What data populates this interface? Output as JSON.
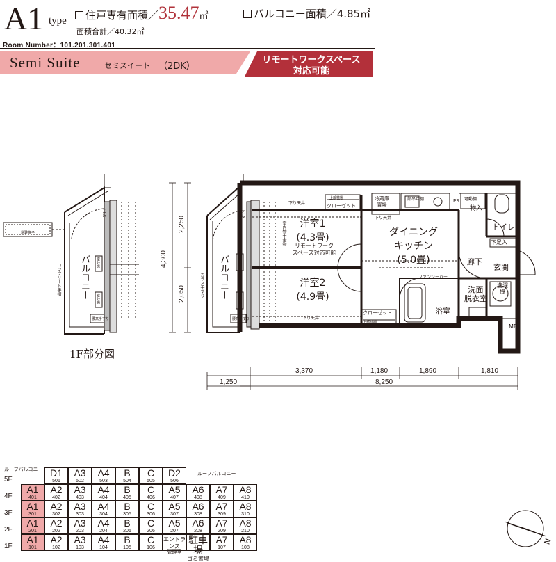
{
  "header": {
    "type_name": "A1",
    "type_suffix": "type",
    "exclusive_label": "住戸専有面積／",
    "exclusive_value": "35.47",
    "exclusive_unit": "㎡",
    "balcony_label": "バルコニー面積／",
    "balcony_value": "4.85㎡",
    "total_line": "面積合計／40.32㎡",
    "room_numbers": "Room Number：101.201.301.401",
    "suite_name": "Semi Suite",
    "suite_kana": "セミスイート",
    "layout": "（2DK）",
    "remote_line1": "リモートワークスペース",
    "remote_line2": "対応可能"
  },
  "colors": {
    "accent_red": "#b3303a",
    "accent_pink": "#f0a9a9",
    "ink": "#231815"
  },
  "plan": {
    "partial_caption": "1F部分図",
    "balcony": "バルコニー",
    "rooms": {
      "western1": "洋室1",
      "western1_size": "(4.3畳)",
      "western1_note1": "リモートワーク",
      "western1_note2": "スペース対応可能",
      "western2": "洋室2",
      "western2_size": "(4.9畳)",
      "dk1": "ダイニング",
      "dk2": "キッチン",
      "dk_size": "(5.0畳)",
      "hall": "廊下",
      "entrance": "玄関",
      "toilet": "トイレ",
      "bath": "浴室",
      "wash1": "洗面",
      "wash2": "脱衣室",
      "closet": "クローゼット",
      "fridge1": "冷蔵庫",
      "fridge2": "置場",
      "shoebox": "下足入",
      "washer1": "洗濯",
      "washer2": "機",
      "storage": "物入",
      "mb": "MB",
      "ps": "PS",
      "fancybar": "ファンシーバー",
      "outdoor": "室外機",
      "underceiling": "下り天井",
      "upper_shelf": "上部吊戸棚",
      "upper_shelf2": "上部吊戸棚",
      "movable_shelf": "可動棚",
      "upper_hanging": "上部吊戸棚",
      "upper_shelf_bottom": "上部枕棚",
      "upper_shelf_top": "上部枕棚",
      "fix": "F.I.X",
      "railing": "腰高手すり",
      "hangpole": "室内物干金物",
      "glass": "ガラス手すり",
      "concrete": "コンクリート手摺",
      "stair": "避難梯子"
    },
    "dims": {
      "v_top": "2,250",
      "v_total": "4,300",
      "v_bottom": "2,050",
      "h1": "3,370",
      "h2": "1,180",
      "h3": "1,890",
      "h4": "1,810",
      "h_balc": "1,250",
      "h_total": "8,250"
    },
    "compass": "N"
  },
  "floor_map": {
    "roof_balcony": "ルーフバルコニー",
    "floors": [
      {
        "label": "5F",
        "units": [
          {
            "type": "D1",
            "num": "501"
          },
          {
            "type": "A3",
            "num": "502"
          },
          {
            "type": "A4",
            "num": "503"
          },
          {
            "type": "B",
            "num": "504"
          },
          {
            "type": "C",
            "num": "505"
          },
          {
            "type": "D2",
            "num": "506"
          }
        ]
      },
      {
        "label": "4F",
        "units": [
          {
            "type": "A1",
            "num": "401",
            "hl": true
          },
          {
            "type": "A2",
            "num": "402"
          },
          {
            "type": "A3",
            "num": "403"
          },
          {
            "type": "A4",
            "num": "404"
          },
          {
            "type": "B",
            "num": "405"
          },
          {
            "type": "C",
            "num": "406"
          },
          {
            "type": "A5",
            "num": "407"
          },
          {
            "type": "A6",
            "num": "408"
          },
          {
            "type": "A7",
            "num": "409"
          },
          {
            "type": "A8",
            "num": "410"
          }
        ]
      },
      {
        "label": "3F",
        "units": [
          {
            "type": "A1",
            "num": "301",
            "hl": true
          },
          {
            "type": "A2",
            "num": "302"
          },
          {
            "type": "A3",
            "num": "303"
          },
          {
            "type": "A4",
            "num": "304"
          },
          {
            "type": "B",
            "num": "305"
          },
          {
            "type": "C",
            "num": "306"
          },
          {
            "type": "A5",
            "num": "307"
          },
          {
            "type": "A6",
            "num": "308"
          },
          {
            "type": "A7",
            "num": "309"
          },
          {
            "type": "A8",
            "num": "310"
          }
        ]
      },
      {
        "label": "2F",
        "units": [
          {
            "type": "A1",
            "num": "201",
            "hl": true
          },
          {
            "type": "A2",
            "num": "202"
          },
          {
            "type": "A3",
            "num": "203"
          },
          {
            "type": "A4",
            "num": "204"
          },
          {
            "type": "B",
            "num": "205"
          },
          {
            "type": "C",
            "num": "206"
          },
          {
            "type": "A5",
            "num": "207"
          },
          {
            "type": "A6",
            "num": "208"
          },
          {
            "type": "A7",
            "num": "209"
          },
          {
            "type": "A8",
            "num": "210"
          }
        ]
      },
      {
        "label": "1F",
        "units": [
          {
            "type": "A1",
            "num": "101",
            "hl": true
          },
          {
            "type": "A2",
            "num": "102"
          },
          {
            "type": "A3",
            "num": "103"
          },
          {
            "type": "A4",
            "num": "104"
          },
          {
            "type": "B",
            "num": "105"
          },
          {
            "type": "C",
            "num": "106"
          },
          {
            "type": "エントランス",
            "num": "管理室"
          },
          {
            "type": "駐車場",
            "num": "ゴミ置場"
          },
          {
            "type": "A7",
            "num": "107"
          },
          {
            "type": "A8",
            "num": "108"
          }
        ]
      }
    ]
  }
}
